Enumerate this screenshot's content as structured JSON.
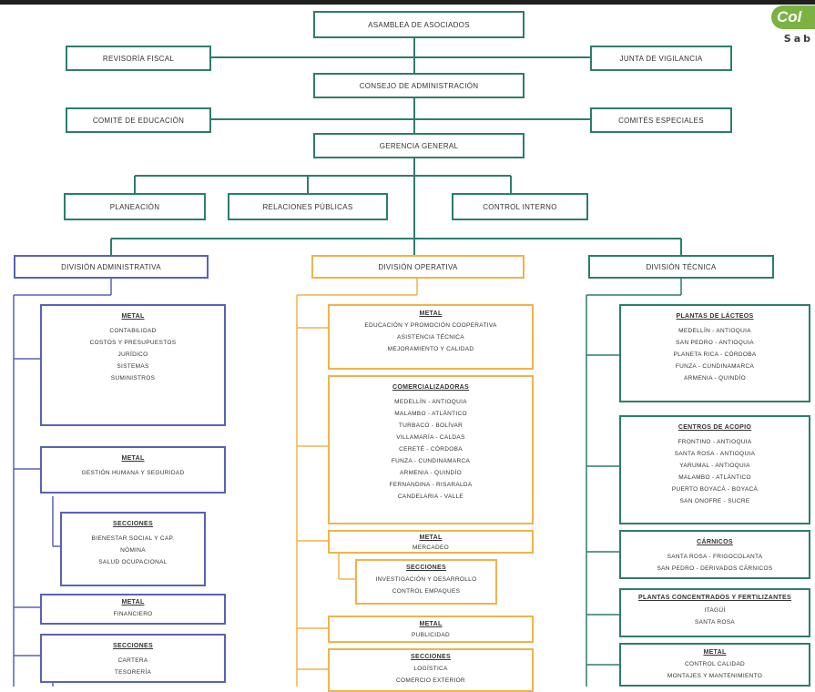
{
  "logo": {
    "mark": "Col",
    "text": "Sab"
  },
  "top": [
    {
      "id": "asamblea",
      "label": "ASAMBLEA DE ASOCIADOS"
    },
    {
      "id": "revisoria",
      "label": "REVISORÍA FISCAL"
    },
    {
      "id": "junta",
      "label": "JUNTA DE VIGILANCIA"
    },
    {
      "id": "consejo",
      "label": "CONSEJO DE ADMINISTRACIÓN"
    },
    {
      "id": "comite_educacion",
      "label": "COMITÉ DE EDUCACIÓN"
    },
    {
      "id": "comites_especiales",
      "label": "COMITÉS ESPECIALES"
    },
    {
      "id": "gerencia",
      "label": "GERENCIA GENERAL"
    },
    {
      "id": "planeacion",
      "label": "PLANEACIÓN"
    },
    {
      "id": "relaciones",
      "label": "RELACIONES PÚBLICAS"
    },
    {
      "id": "control",
      "label": "CONTROL INTERNO"
    }
  ],
  "divisions": {
    "admin": "DIVISIÓN ADMINISTRATIVA",
    "operativa": "DIVISIÓN OPERATIVA",
    "tecnica": "DIVISIÓN TÉCNICA"
  },
  "admin_boxes": [
    {
      "head": "METAL",
      "items": [
        "CONTABILIDAD",
        "COSTOS Y PRESUPUESTOS",
        "JURÍDICO",
        "SISTEMAS",
        "SUMINISTROS"
      ]
    },
    {
      "head": "METAL",
      "items": [
        "GESTIÓN HUMANA Y SEGURIDAD"
      ]
    },
    {
      "head": "SECCIONES",
      "items": [
        "BIENESTAR SOCIAL Y CAP.",
        "NÓMINA",
        "SALUD OCUPACIONAL"
      ]
    },
    {
      "head": "METAL",
      "items": [
        "FINANCIERO"
      ]
    },
    {
      "head": "SECCIONES",
      "items": [
        "CARTERA",
        "TESORERÍA"
      ]
    }
  ],
  "oper_boxes": [
    {
      "head": "METAL",
      "items": [
        "EDUCACIÓN Y PROMOCIÓN COOPERATIVA",
        "ASISTENCIA TÉCNICA",
        "MEJORAMIENTO Y CALIDAD"
      ]
    },
    {
      "head": "COMERCIALIZADORAS",
      "items": [
        "MEDELLÍN - ANTIOQUIA",
        "MALAMBO - ATLÁNTICO",
        "TURBACO - BOLÍVAR",
        "VILLAMARÍA - CALDAS",
        "CERETÉ - CÓRDOBA",
        "FUNZA - CUNDINAMARCA",
        "ARMENIA - QUINDÍO",
        "FERNANDINA - RISARALDA",
        "CANDELARIA - VALLE"
      ]
    },
    {
      "head": "METAL",
      "items": [
        "MERCADEO"
      ]
    },
    {
      "head": "SECCIONES",
      "items": [
        "INVESTIGACIÓN Y DESARROLLO",
        "CONTROL EMPAQUES"
      ]
    },
    {
      "head": "METAL",
      "items": [
        "PUBLICIDAD"
      ]
    },
    {
      "head": "SECCIONES",
      "items": [
        "LOGÍSTICA",
        "COMERCIO EXTERIOR"
      ]
    }
  ],
  "tec_boxes": [
    {
      "head": "PLANTAS DE LÁCTEOS",
      "items": [
        "MEDELLÍN - ANTIOQUIA",
        "SAN PEDRO - ANTIOQUIA",
        "PLANETA RICA - CÓRDOBA",
        "FUNZA - CUNDINAMARCA",
        "ARMENIA - QUINDÍO"
      ]
    },
    {
      "head": "CENTROS DE ACOPIO",
      "items": [
        "FRONTINO - ANTIOQUIA",
        "SANTA ROSA - ANTIOQUIA",
        "YARUMAL - ANTIOQUIA",
        "MALAMBO - ATLÁNTICO",
        "PUERTO BOYACÁ - BOYACÁ",
        "SAN ONOFRE - SUCRE"
      ]
    },
    {
      "head": "CÁRNICOS",
      "items": [
        "SANTA ROSA - FRIGOCOLANTA",
        "SAN PEDRO - DERIVADOS CÁRNICOS"
      ]
    },
    {
      "head": "PLANTAS CONCENTRADOS Y FERTILIZANTES",
      "items": [
        "ITAGÜÍ",
        "SANTA ROSA"
      ]
    },
    {
      "head": "METAL",
      "items": [
        "CONTROL CALIDAD",
        "MONTAJES Y MANTENIMIENTO"
      ]
    }
  ]
}
